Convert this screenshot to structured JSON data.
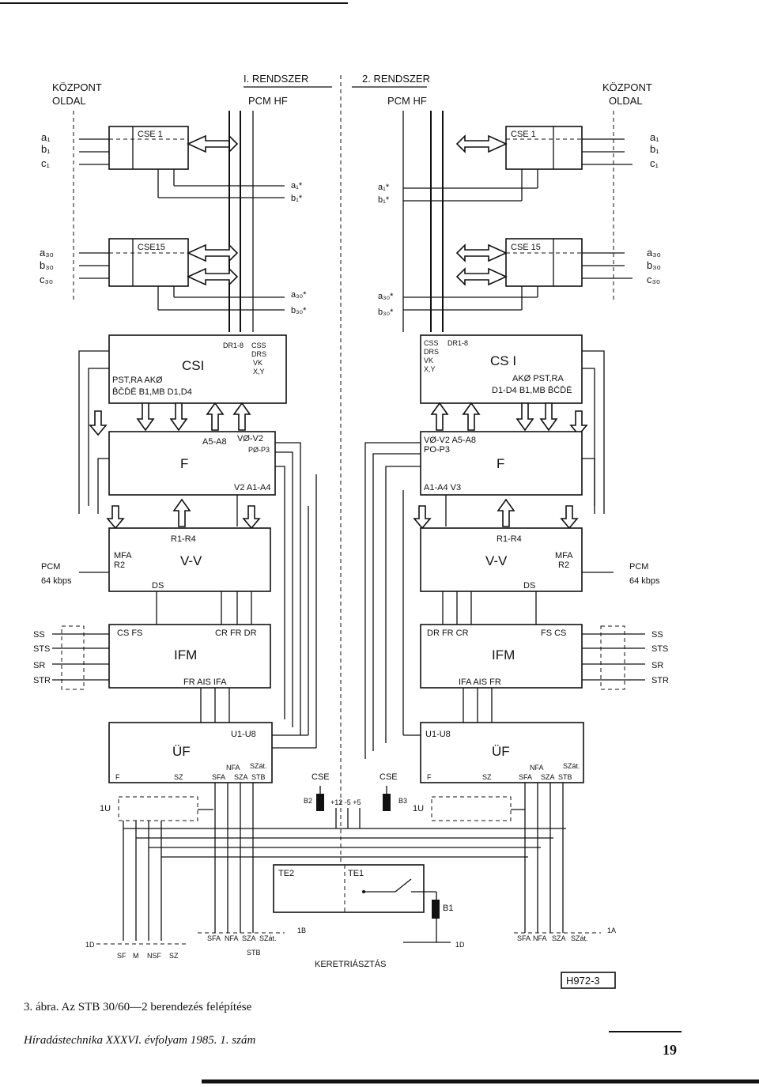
{
  "figure": {
    "caption": "3. ábra. Az STB 30/60—2 berendezés felépítése",
    "journal": "Híradástechnika XXXVI. évfolyam 1985. 1. szám",
    "page_number": "19",
    "code": "H972-3"
  },
  "header": {
    "left_side": [
      "KÖZPONT",
      "OLDAL"
    ],
    "right_side": [
      "KÖZPONT",
      "OLDAL"
    ],
    "system1": "I. RENDSZER",
    "system2": "2. RENDSZER",
    "pcm_hf_left": "PCM HF",
    "pcm_hf_right": "PCM HF"
  },
  "cse": {
    "cse1": "CSE 1",
    "cse15": "CSE15",
    "cse15_right": "CSE 15",
    "lines_top_left": [
      "a₁",
      "b₁",
      "c₁"
    ],
    "lines_top_right": [
      "a₁",
      "b₁",
      "c₁"
    ],
    "lines_bottom_left": [
      "a₃₀",
      "b₃₀",
      "c₃₀"
    ],
    "lines_bottom_right": [
      "a₃₀",
      "b₃₀",
      "c₃₀"
    ],
    "star_top_left": [
      "a₁*",
      "b₁*"
    ],
    "star_top_right": [
      "a₁*",
      "b₁*"
    ],
    "star_bottom_left": [
      "a₃₀*",
      "b₃₀*"
    ],
    "star_bottom_right": [
      "a₃₀*",
      "b₃₀*"
    ]
  },
  "csi": {
    "title": "CSI",
    "title_right": "CS I",
    "left_signals_top": "DR1-8",
    "left_signals_stack": [
      "CSS",
      "DRS",
      "VK",
      "X,Y"
    ],
    "left_bottom_line1": "PST,RA  AKØ",
    "left_bottom_line2": "B̄C̄D̄Ē  B1,MB  D1,D4",
    "right_signals_stack": [
      "CSS",
      "DRS",
      "VK",
      "X,Y"
    ],
    "right_signals_top": "DR1-8",
    "right_bottom_line1": "AKØ  PST,RA",
    "right_bottom_line2": "D1-D4  B1,MB  B̄C̄D̄Ē"
  },
  "f": {
    "title": "F",
    "left_top": "A5-A8",
    "left_top2": "VØ-V2",
    "left_top3": "PØ-P3",
    "left_bottom": "V2  A1-A4",
    "right_top": "VØ-V2  A5-A8",
    "right_top2": "PO-P3",
    "right_bottom": "A1-A4  V3"
  },
  "vv": {
    "title": "V-V",
    "left_r": "R1-R4",
    "left_mfa": "MFA",
    "left_r2": "R2",
    "left_ds": "DS",
    "right_r": "R1-R4",
    "right_mfa": "MFA",
    "right_r2": "R2",
    "right_ds": "DS",
    "pcm_left": [
      "PCM",
      "64 kbps"
    ],
    "pcm_right": [
      "PCM",
      "64 kbps"
    ]
  },
  "ifm": {
    "title": "IFM",
    "left_top": "CS  FS",
    "left_top_right": "CR  FR  DR",
    "left_bottom": "FR  AIS  IFA",
    "right_top": "DR  FR  CR",
    "right_top_right": "FS  CS",
    "right_bottom": "IFA  AIS  FR",
    "signals_left": [
      "SS",
      "STS",
      "SR",
      "STR"
    ],
    "signals_right": [
      "SS",
      "STS",
      "SR",
      "STR"
    ]
  },
  "uf": {
    "title": "ÜF",
    "u_left": "U1-U8",
    "u_right": "U1-U8",
    "left_bottom": [
      "F",
      "SZ",
      "NFA",
      "SZát.",
      "SFA",
      "SZA",
      "STB"
    ],
    "right_bottom": [
      "F",
      "SZ",
      "NFA",
      "SZát.",
      "SFA",
      "SZA",
      "STB"
    ],
    "iu": "1U"
  },
  "power": {
    "cse_left": "CSE",
    "cse_right": "CSE",
    "b2": "B2",
    "b3": "B3",
    "voltages": "+12  -5  +5",
    "te2": "TE2",
    "te1": "TE1",
    "b1": "B1",
    "frame": "KERETRIÁSZTÁS"
  },
  "bottom": {
    "left_1d": "1D",
    "left_labels": [
      "SF",
      "M",
      "NSF",
      "SZ"
    ],
    "mid_labels": [
      "SFA",
      "NFA",
      "SZA",
      "SZát."
    ],
    "mid_1b": "1B",
    "mid_stb": "STB",
    "center_1d": "1D",
    "right_labels": [
      "SFA",
      "NFA",
      "SZA",
      "SZát."
    ],
    "right_1a": "1A"
  }
}
